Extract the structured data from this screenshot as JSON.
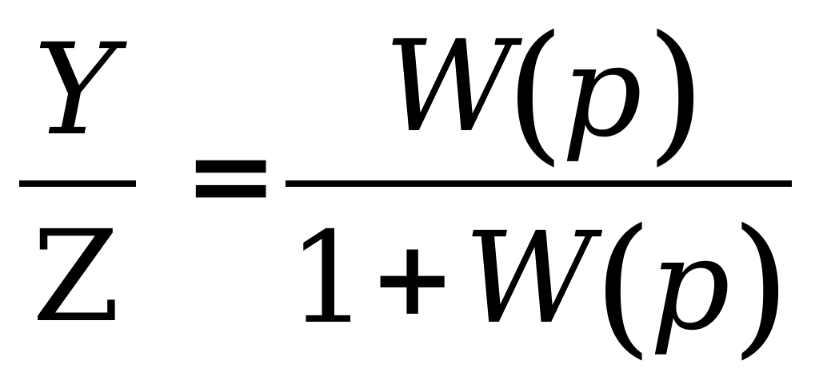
{
  "equation": {
    "left_fraction": {
      "numerator": "Y",
      "denominator": "Z"
    },
    "operator": "=",
    "right_fraction": {
      "numerator": {
        "function": "W",
        "open_paren": "(",
        "argument": "p",
        "close_paren": ")"
      },
      "denominator": {
        "constant": "1",
        "plus": "+",
        "function": "W",
        "open_paren": "(",
        "argument": "p",
        "close_paren": ")"
      }
    }
  }
}
